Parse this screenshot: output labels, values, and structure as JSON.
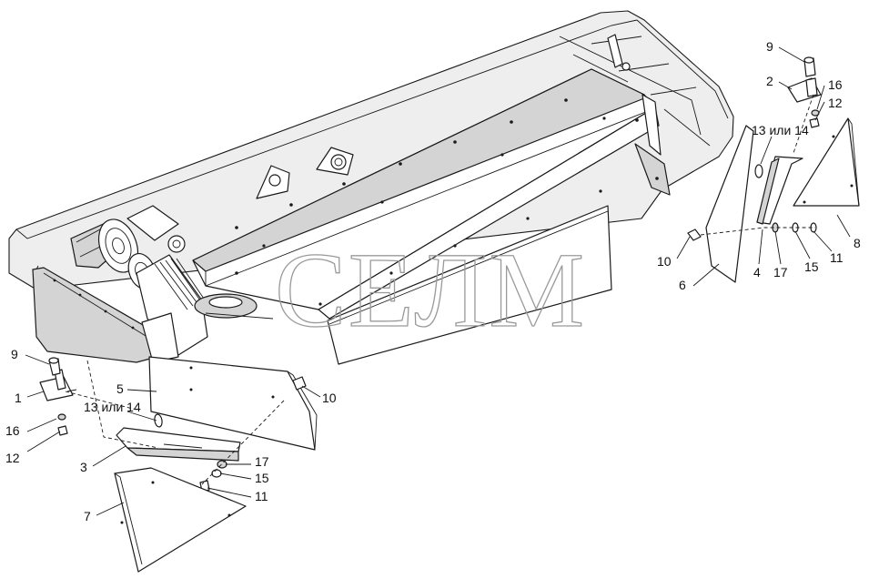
{
  "watermark": "СЕЛМ",
  "callouts": {
    "c9_left": "9",
    "c1": "1",
    "c16_left": "16",
    "c12_left": "12",
    "c5": "5",
    "c13_14_left": "13 или 14",
    "c3": "3",
    "c7": "7",
    "c10_left": "10",
    "c17_left": "17",
    "c15_left": "15",
    "c11_left": "11",
    "c9_right": "9",
    "c2": "2",
    "c16_right": "16",
    "c12_right": "12",
    "c13_14_right": "13 или 14",
    "c10_right": "10",
    "c6": "6",
    "c4": "4",
    "c17_right": "17",
    "c15_right": "15",
    "c11_right": "11",
    "c8": "8"
  }
}
